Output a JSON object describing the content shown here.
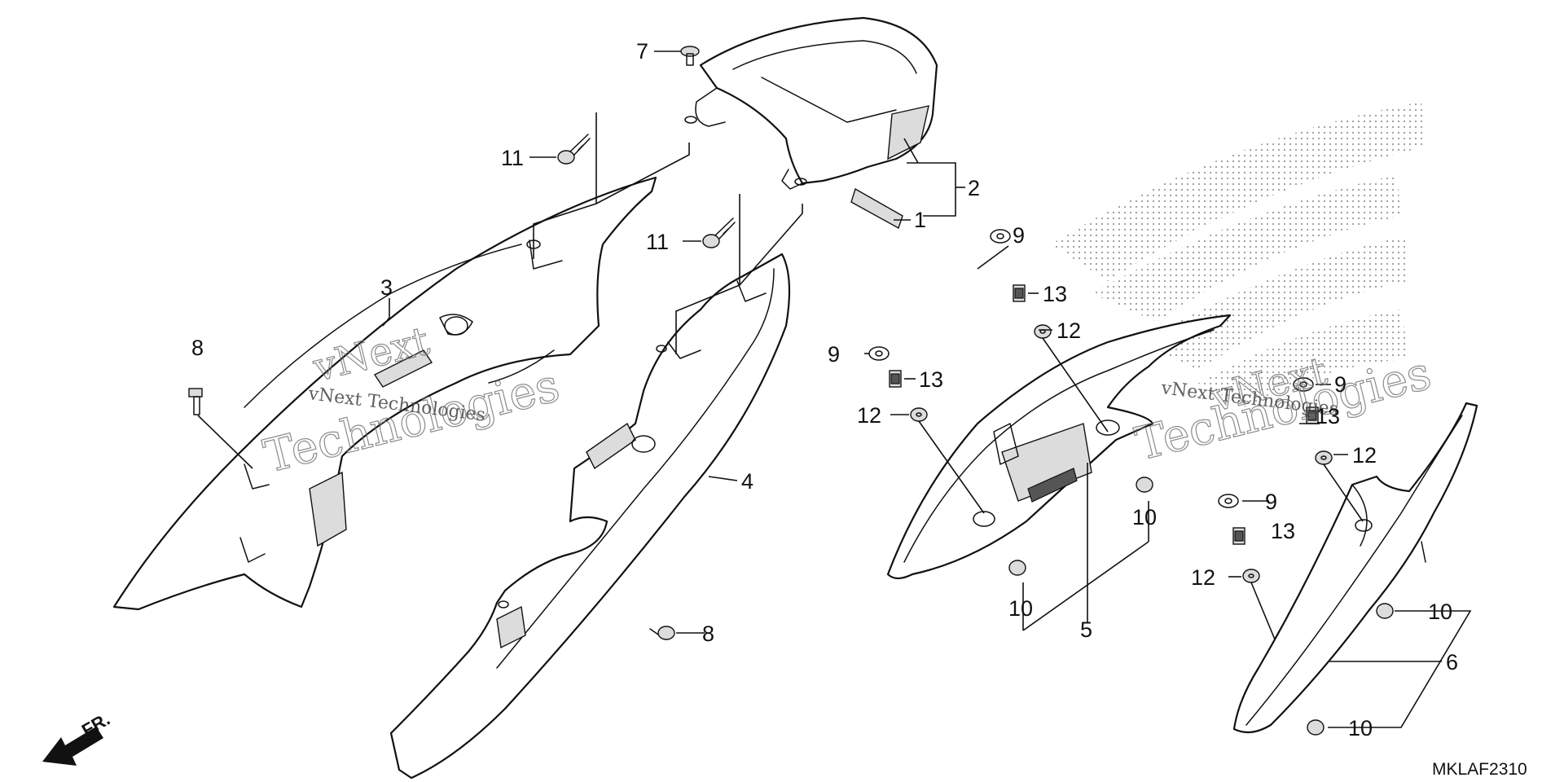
{
  "diagram": {
    "code": "MKLAF2310",
    "front_label": "FR.",
    "watermark": [
      "vNext",
      "Technologies",
      "vNext Technologies"
    ],
    "callouts": {
      "c1": "1",
      "c2": "2",
      "c3": "3",
      "c4": "4",
      "c5": "5",
      "c6": "6",
      "c7": "7",
      "c8a": "8",
      "c8b": "8",
      "c9a": "9",
      "c9b": "9",
      "c9c": "9",
      "c9d": "9",
      "c10a": "10",
      "c10b": "10",
      "c10c": "10",
      "c10d": "10",
      "c11a": "11",
      "c11b": "11",
      "c12a": "12",
      "c12b": "12",
      "c12c": "12",
      "c12d": "12",
      "c13a": "13",
      "c13b": "13",
      "c13c": "13",
      "c13d": "13"
    }
  }
}
